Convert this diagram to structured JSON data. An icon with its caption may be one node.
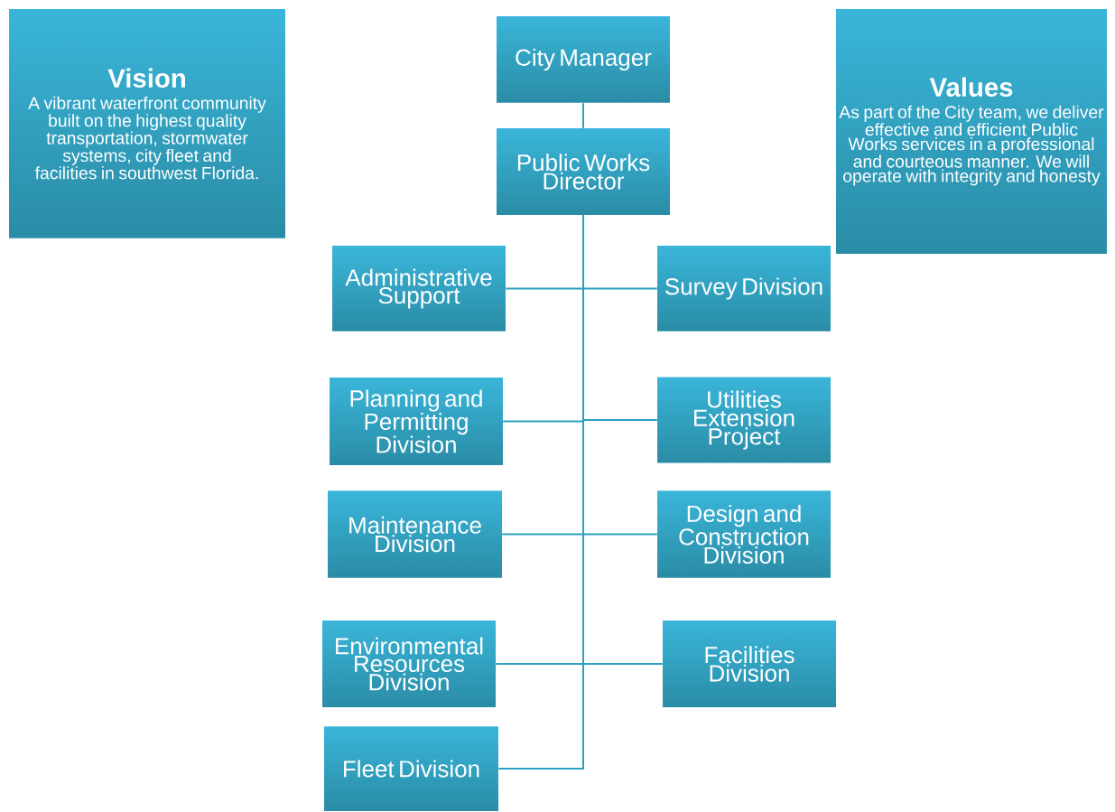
{
  "diagram": {
    "nodes": [
      {
        "text": [
          "Vision",
          "A vibrant waterfront community built on the highest quality transportation, stormwater systems, city fleet and facilities in southwest Florida."
        ]
      },
      {
        "text": [
          "City Manager"
        ]
      },
      {
        "text": [
          "Values",
          "As part of the City team, we deliver effective and efficient Public Works services in a professional and courteous manner. We will operate with integrity and honesty"
        ]
      },
      {
        "text": [
          "Public Works Director"
        ]
      },
      {
        "text": [
          "Administrative Support"
        ]
      },
      {
        "text": [
          "Survey Division"
        ]
      },
      {
        "text": [
          "Planning and Permitting Division"
        ]
      },
      {
        "text": [
          "Utilities Extension Project"
        ]
      },
      {
        "text": [
          "Maintenance Division"
        ]
      },
      {
        "text": [
          "Design and Construction Division"
        ]
      },
      {
        "text": [
          "Environmental Resources Division"
        ]
      },
      {
        "text": [
          "Facilities Division"
        ]
      },
      {
        "text": [
          "Fleet Division"
        ]
      }
    ],
    "edges": [
      {
        "from": 1,
        "to": 3,
        "arrow": "none"
      },
      {
        "from": 3,
        "to": 4,
        "arrow": "none"
      },
      {
        "from": 3,
        "to": 5,
        "arrow": "none"
      },
      {
        "from": 3,
        "to": 6,
        "arrow": "none"
      },
      {
        "from": 3,
        "to": 7,
        "arrow": "none"
      },
      {
        "from": 3,
        "to": 8,
        "arrow": "none"
      },
      {
        "from": 3,
        "to": 9,
        "arrow": "none"
      },
      {
        "from": 3,
        "to": 10,
        "arrow": "none"
      },
      {
        "from": 3,
        "to": 11,
        "arrow": "none"
      },
      {
        "from": 3,
        "to": 12,
        "arrow": "none"
      }
    ]
  }
}
